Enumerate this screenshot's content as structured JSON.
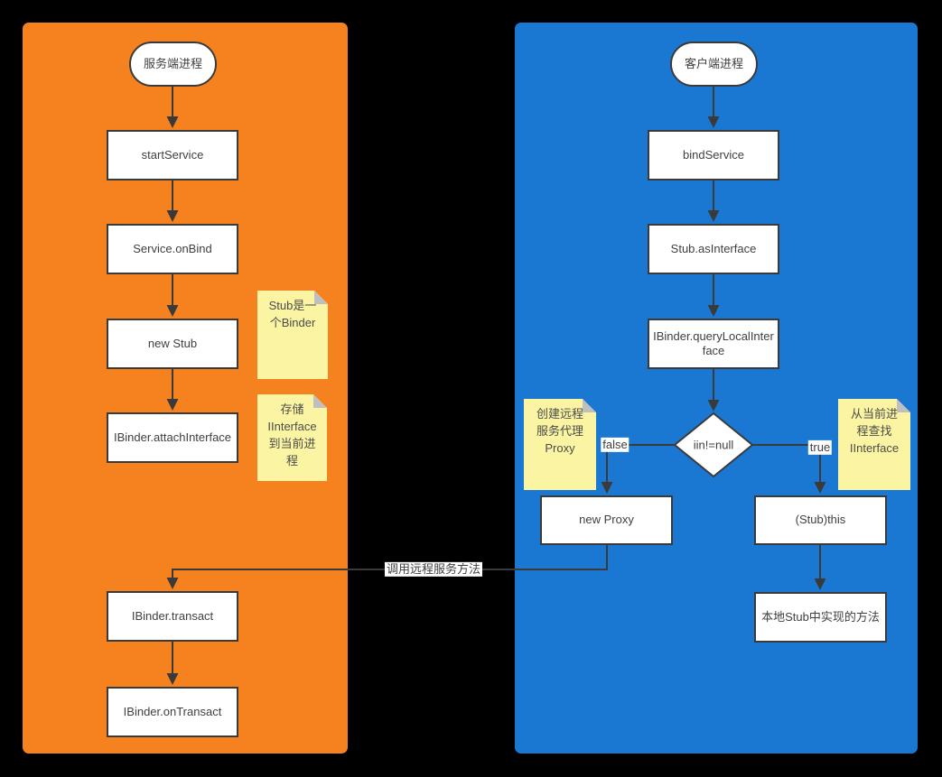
{
  "colors": {
    "background": "#000000",
    "server_lane_fill": "#f5821f",
    "client_lane_fill": "#1a78d2",
    "node_fill": "#ffffff",
    "note_fill": "#fbf5a3",
    "line": "#3a3a3a"
  },
  "server": {
    "terminator": "服务端进程",
    "nodes": {
      "start_service": "startService",
      "service_on_bind": "Service.onBind",
      "new_stub": "new Stub",
      "attach_interface": "IBinder.attachInterface",
      "transact": "IBinder.transact",
      "on_transact": "IBinder.onTransact"
    },
    "notes": {
      "stub_is_binder": "Stub是一个Binder",
      "store_iinterface": "存储IInterface到当前进程"
    }
  },
  "client": {
    "terminator": "客户端进程",
    "nodes": {
      "bind_service": "bindService",
      "as_interface": "Stub.asInterface",
      "query_local_interface": "IBinder.queryLocalInterface",
      "decision": "iin!=null",
      "new_proxy": "new Proxy",
      "stub_this": "(Stub)this",
      "local_stub_method": "本地Stub中实现的方法"
    },
    "notes": {
      "create_remote_proxy": "创建远程服务代理Proxy",
      "find_iinterface": "从当前进程查找IInterface"
    }
  },
  "edges": {
    "false_label": "false",
    "true_label": "true",
    "call_remote_label": "调用远程服务方法"
  }
}
